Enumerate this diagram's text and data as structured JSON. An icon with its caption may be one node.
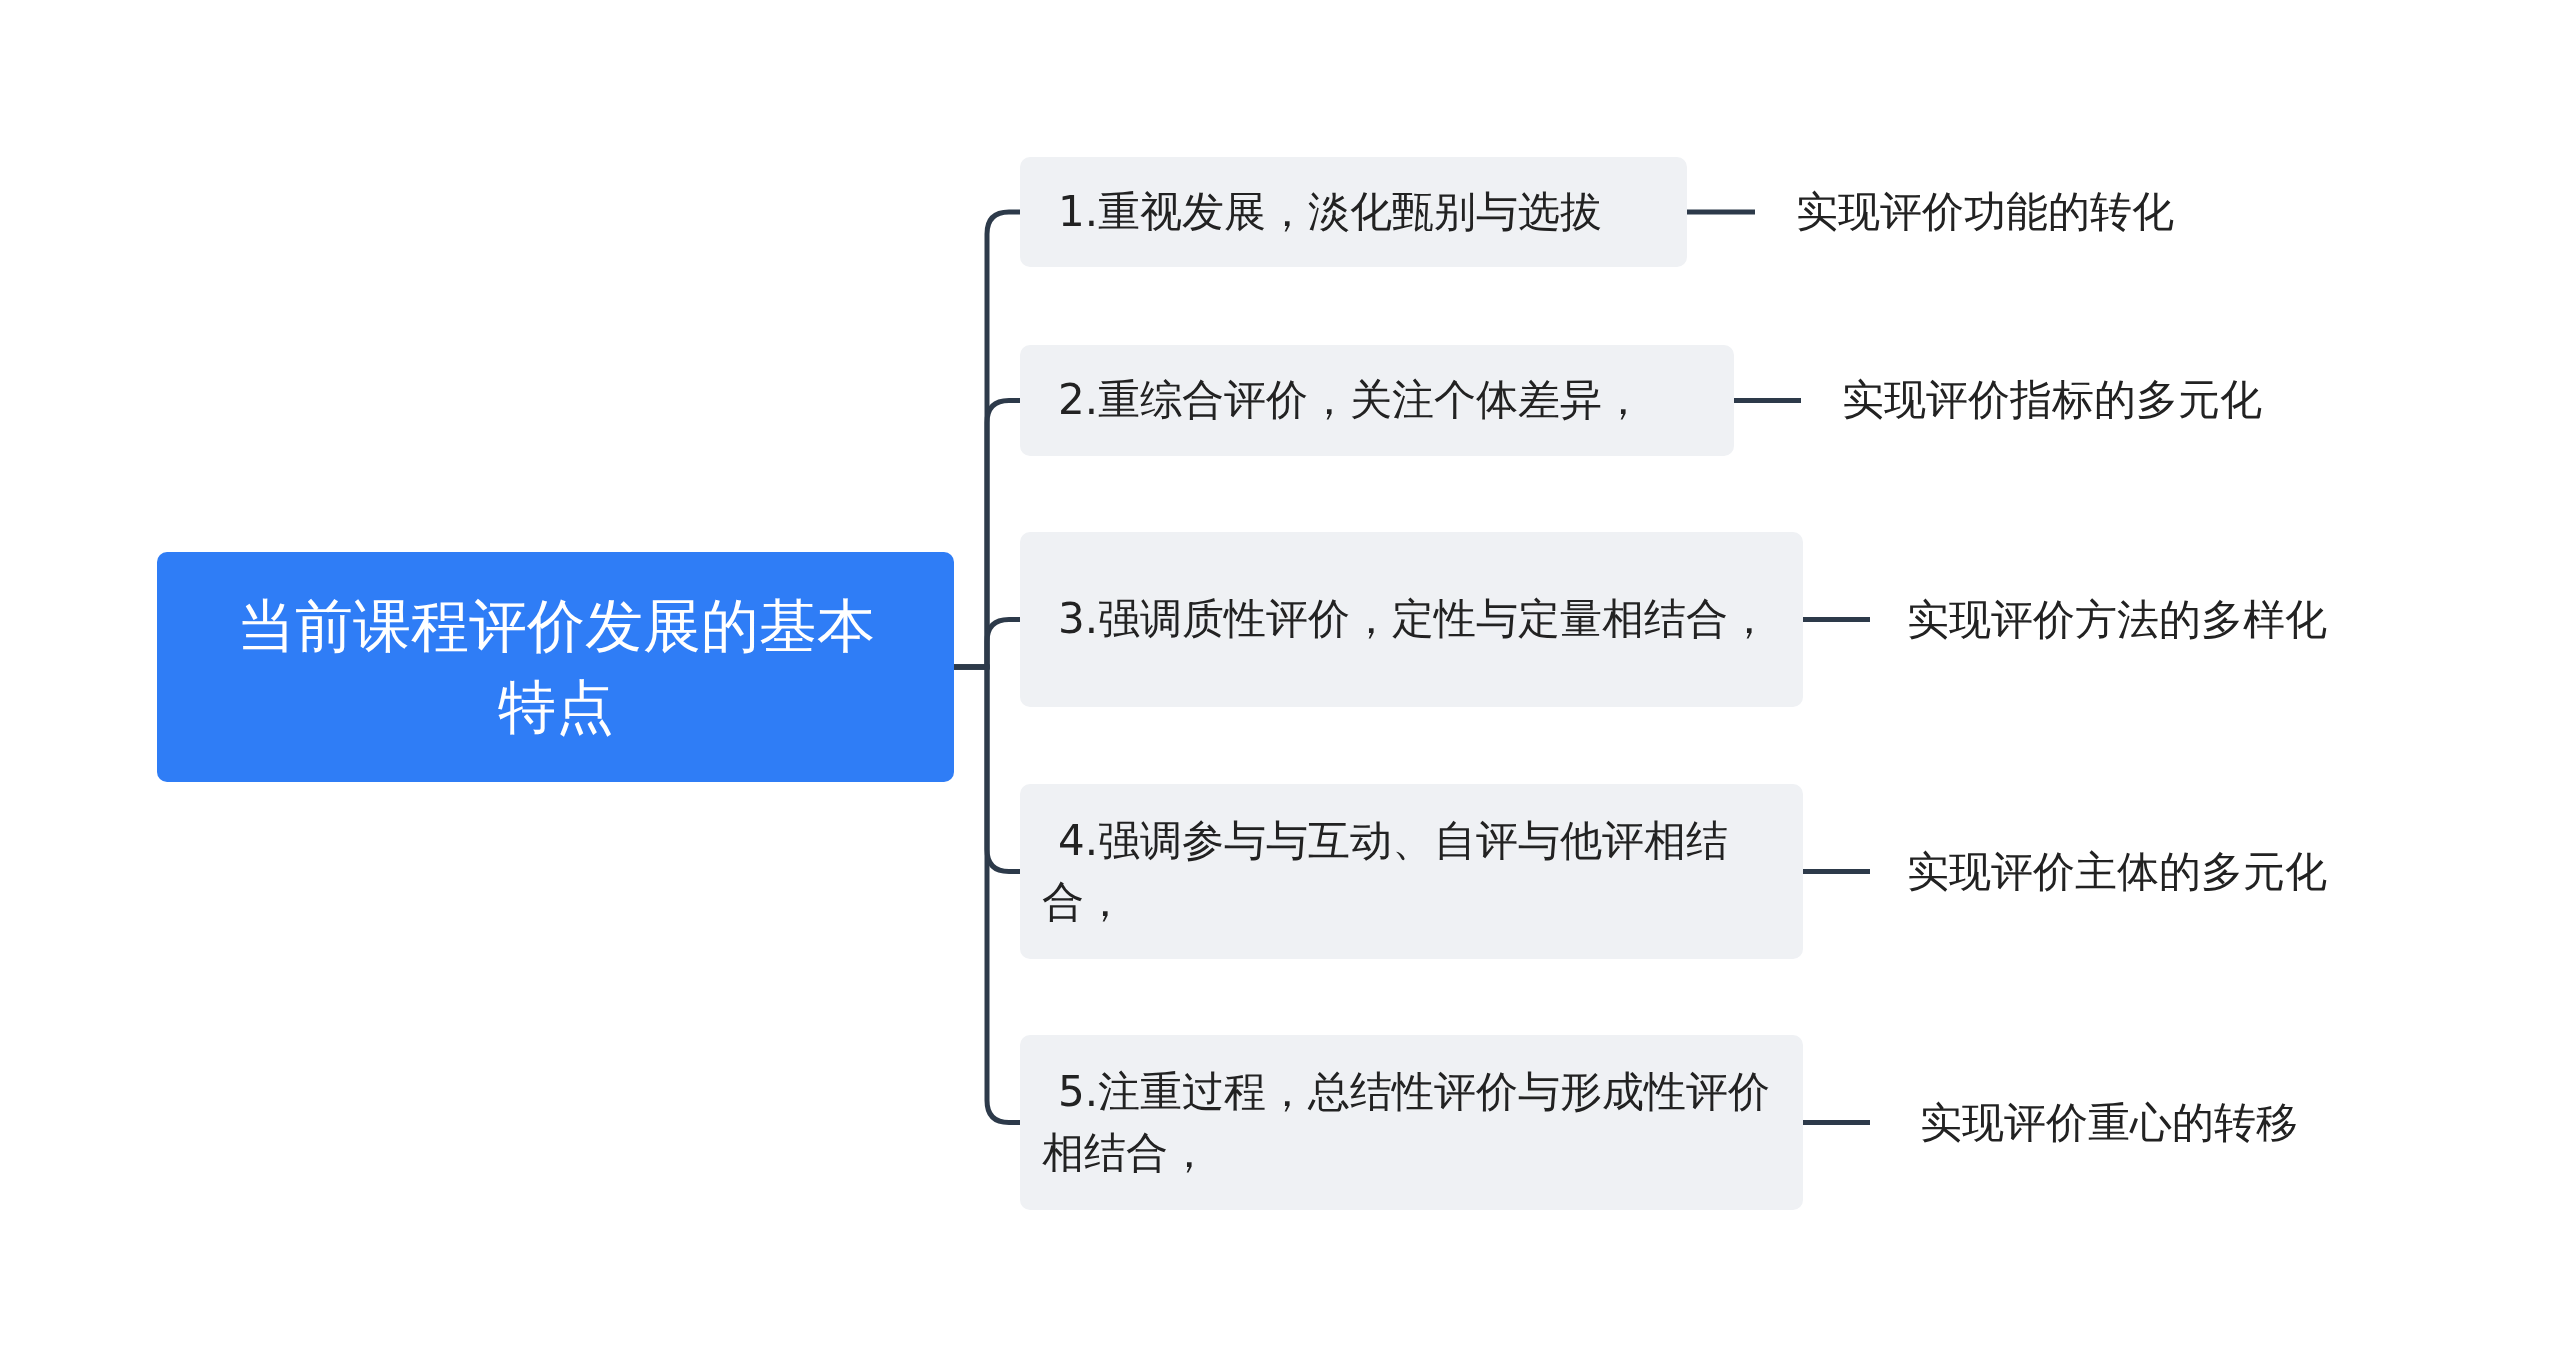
{
  "diagram": {
    "nodes": [
      {
        "text": [
          "当前课程评价发展的基本特点"
        ]
      },
      {
        "text": [
          "1.重视发展，淡化甄别与选拔"
        ]
      },
      {
        "text": [
          "2.重综合评价，关注个体差异，"
        ]
      },
      {
        "text": [
          "3.强调质性评价，定性与定量相结合，"
        ]
      },
      {
        "text": [
          "4.强调参与与互动、自评与他评相结合，"
        ]
      },
      {
        "text": [
          "5.注重过程，总结性评价与形成性评价相结合，"
        ]
      },
      {
        "text": [
          "实现评价功能的转化"
        ]
      },
      {
        "text": [
          "实现评价指标的多元化"
        ]
      },
      {
        "text": [
          "实现评价方法的多样化"
        ]
      },
      {
        "text": [
          "实现评价主体的多元化"
        ]
      },
      {
        "text": [
          "实现评价重心的转移"
        ]
      }
    ],
    "edges": [
      {
        "from": 0,
        "to": 1,
        "arrow": "none"
      },
      {
        "from": 0,
        "to": 2,
        "arrow": "none"
      },
      {
        "from": 0,
        "to": 3,
        "arrow": "none"
      },
      {
        "from": 0,
        "to": 4,
        "arrow": "none"
      },
      {
        "from": 0,
        "to": 5,
        "arrow": "none"
      },
      {
        "from": 1,
        "to": 6,
        "arrow": "none"
      },
      {
        "from": 2,
        "to": 7,
        "arrow": "none"
      },
      {
        "from": 3,
        "to": 8,
        "arrow": "none"
      },
      {
        "from": 4,
        "to": 9,
        "arrow": "none"
      },
      {
        "from": 5,
        "to": 10,
        "arrow": "none"
      }
    ]
  }
}
